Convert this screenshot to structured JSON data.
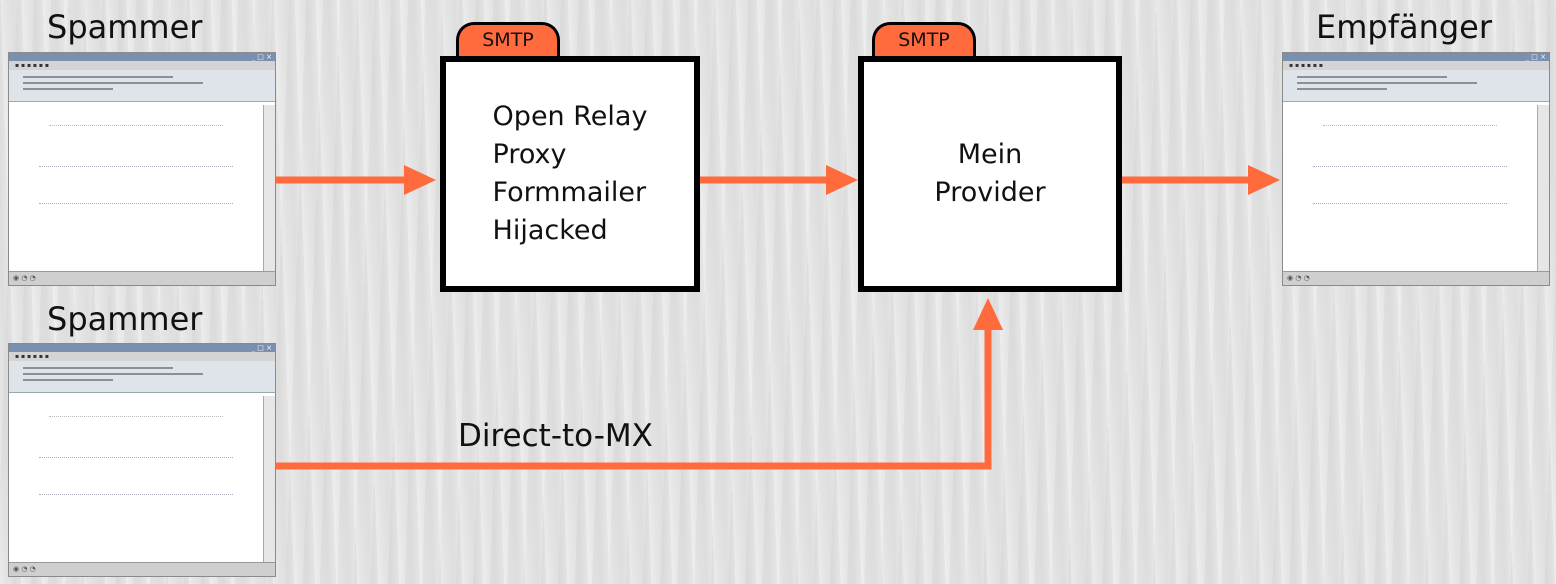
{
  "labels": {
    "spammer_1": "Spammer",
    "spammer_2": "Spammer",
    "recipient": "Empfänger"
  },
  "servers": {
    "relay": {
      "tab": "SMTP",
      "text": "Open Relay\nProxy\nFormmailer\nHijacked"
    },
    "provider": {
      "tab": "SMTP",
      "text": "Mein\nProvider"
    }
  },
  "edges": {
    "direct_label": "Direct-to-MX"
  },
  "colors": {
    "arrow": "#ff6b3d",
    "tab": "#ff6b3d",
    "box_border": "#000000"
  },
  "icons": {
    "mail_window": "spam-email-window-icon"
  }
}
